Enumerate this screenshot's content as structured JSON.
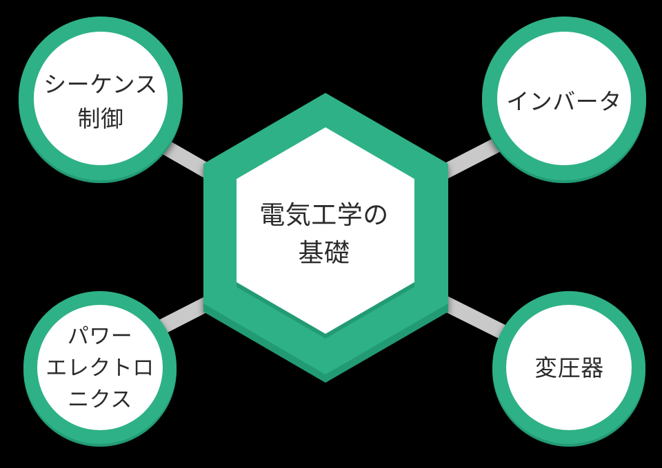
{
  "diagram": {
    "type": "hub-and-spoke",
    "background_color": "#000000",
    "accent_color": "#2fb186",
    "accent_shadow_color": "#249b74",
    "node_fill_color": "#ffffff",
    "connector_color": "#c9c9c9",
    "text_color": "#2b2b2b",
    "center": {
      "shape": "hexagon",
      "name": "center-node",
      "lines": [
        "電気工学の",
        "基礎"
      ],
      "full_text": "電気工学の基礎"
    },
    "nodes": [
      {
        "id": "sequence-control",
        "shape": "circle",
        "position": "top-left",
        "lines": [
          "シーケンス",
          "制御"
        ],
        "full_text": "シーケンス制御"
      },
      {
        "id": "inverter",
        "shape": "circle",
        "position": "top-right",
        "lines": [
          "インバータ"
        ],
        "full_text": "インバータ"
      },
      {
        "id": "power-electronics",
        "shape": "circle",
        "position": "bottom-left",
        "lines": [
          "パワー",
          "エレクトロ",
          "ニクス"
        ],
        "full_text": "パワーエレクトロニクス"
      },
      {
        "id": "transformer",
        "shape": "circle",
        "position": "bottom-right",
        "lines": [
          "変圧器"
        ],
        "full_text": "変圧器"
      }
    ],
    "connectors": [
      {
        "id": "connector-center-sequence-control",
        "from": "center-node",
        "to": "sequence-control"
      },
      {
        "id": "connector-center-inverter",
        "from": "center-node",
        "to": "inverter"
      },
      {
        "id": "connector-center-power-electronics",
        "from": "center-node",
        "to": "power-electronics"
      },
      {
        "id": "connector-center-transformer",
        "from": "center-node",
        "to": "transformer"
      }
    ]
  }
}
